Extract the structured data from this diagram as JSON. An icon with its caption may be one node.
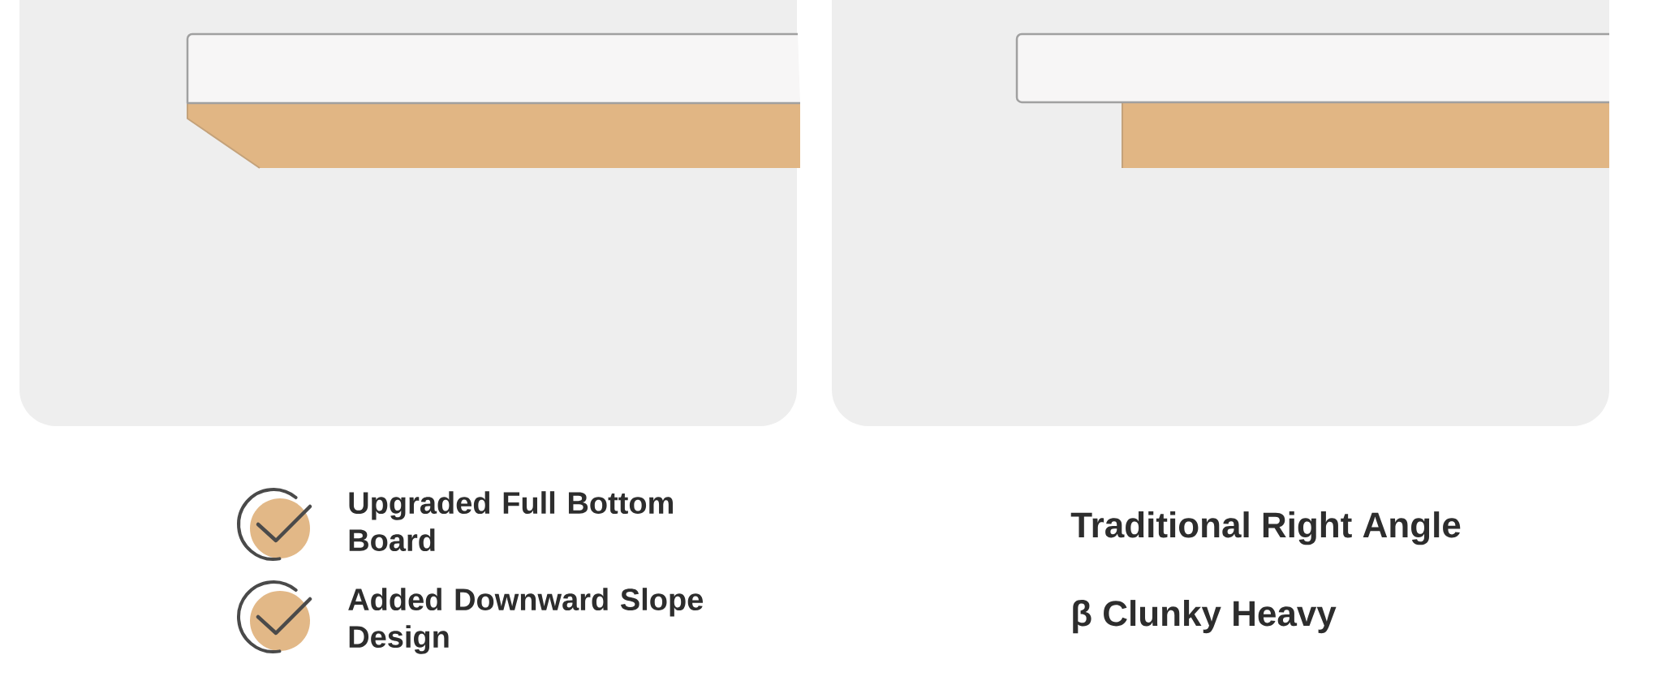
{
  "diagram": {
    "labels": [
      "Upgraded Full Bottom Board",
      "Added Downward Slope Design",
      "Traditional Right Angle",
      "β Clunky Heavy"
    ]
  }
}
